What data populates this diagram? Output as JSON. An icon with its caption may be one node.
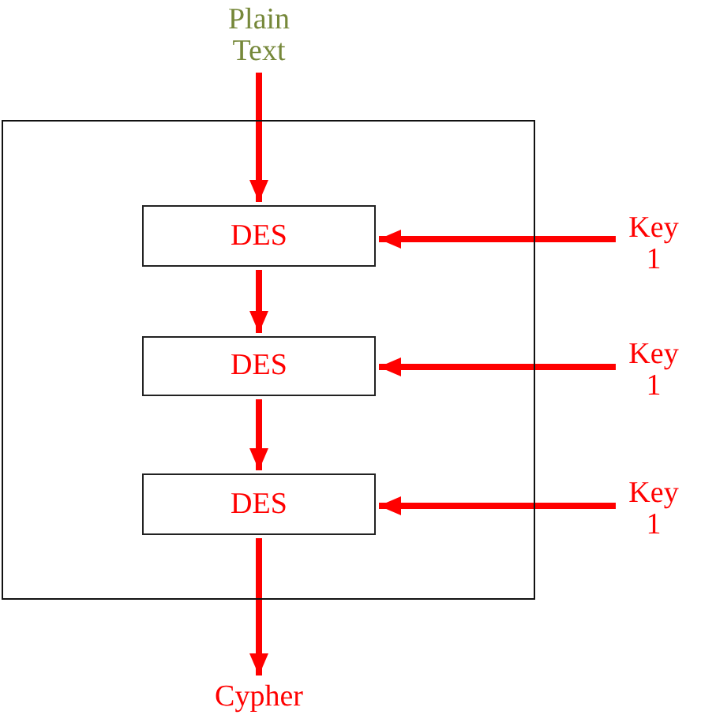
{
  "diagram": {
    "nodes": [
      {
        "text": [
          "Plain Text"
        ]
      },
      {
        "text": [],
        "shape": "box"
      },
      {
        "text": [
          "DES"
        ],
        "in": 1
      },
      {
        "text": [
          "DES"
        ],
        "in": 1
      },
      {
        "text": [
          "DES"
        ],
        "in": 1
      },
      {
        "text": [
          "Key 1"
        ]
      },
      {
        "text": [
          "Key 1"
        ]
      },
      {
        "text": [
          "Key 1"
        ]
      },
      {
        "text": [
          "Cypher"
        ]
      }
    ],
    "edges": [
      {
        "from": 0,
        "to": 2,
        "arrow": "to"
      },
      {
        "from": 2,
        "to": 3,
        "arrow": "to"
      },
      {
        "from": 3,
        "to": 4,
        "arrow": "to"
      },
      {
        "from": 4,
        "to": 8,
        "arrow": "to"
      },
      {
        "from": 5,
        "to": 2,
        "arrow": "to"
      },
      {
        "from": 6,
        "to": 3,
        "arrow": "to"
      },
      {
        "from": 7,
        "to": 4,
        "arrow": "to"
      }
    ]
  }
}
